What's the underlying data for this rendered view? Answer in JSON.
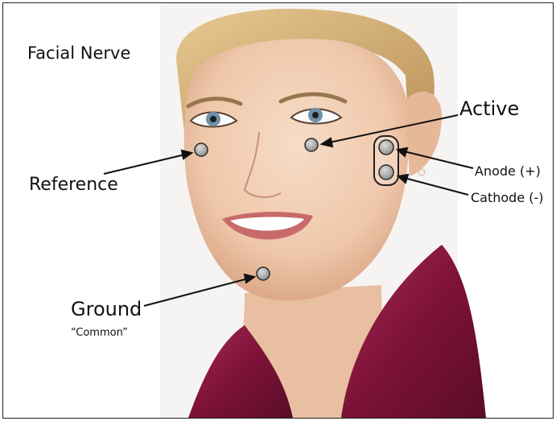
{
  "title": "Facial Nerve",
  "labels": {
    "active": "Active",
    "reference": "Reference",
    "anode": "Anode (+)",
    "cathode": "Cathode (-)",
    "ground": "Ground",
    "ground_sub": "“Common”"
  },
  "colors": {
    "electrode_fill": "#a8a8a8",
    "electrode_stroke": "#2a2a2a",
    "arrow": "#111111",
    "garment": "#8b1840",
    "hair": "#d9b77e",
    "skin": "#f1cdb3"
  },
  "icons": {
    "electrode": "electrode-dot-icon",
    "stim_holder": "stimulator-holder-icon"
  }
}
